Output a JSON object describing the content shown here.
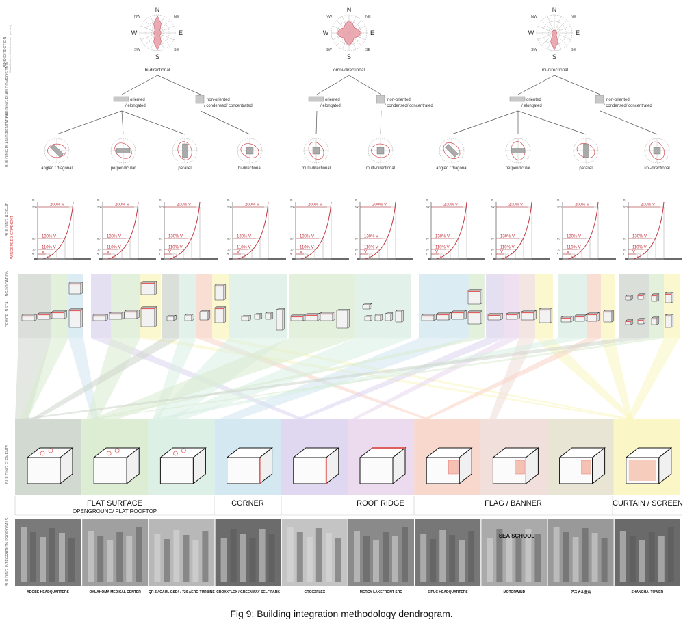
{
  "caption": "Fig 9: Building integration methodology dendrogram.",
  "row_labels": {
    "wind_direction": "WIND DIRECTION",
    "wind_direction_sub": "Classification of wind direction (in rose)",
    "plan_composition": "BUILDING PLAN COMPOSITION",
    "plan_orientation": "BUILDING PLAN ORIENTATION",
    "height": "BUILDING HEIGHT",
    "windspeed_gradient": "WINDSPEED GRADIENT",
    "installing_location": "DEVICE INSTALLING LOCATION",
    "building_elements": "BUILDING ELEMENTS",
    "integration_proposals": "BUILDING INTEGRATION PROPOSALS"
  },
  "compass": {
    "n": "N",
    "ne": "NE",
    "e": "E",
    "se": "SE",
    "s": "S",
    "sw": "SW",
    "w": "W",
    "nw": "NW"
  },
  "roses": [
    {
      "label": "bi-directional",
      "type": "bi"
    },
    {
      "label": "omni-directional",
      "type": "omni"
    },
    {
      "label": "uni-directional",
      "type": "uni"
    }
  ],
  "compositions": {
    "oriented_1": "oriented",
    "oriented_2": "/ elongated",
    "non_oriented_1": "non-oriented",
    "non_oriented_2": "/ condensed/ concentrated"
  },
  "orientations": [
    "angled / diagonal",
    "perpendicular",
    "parallel",
    "bi-directional",
    "multi-directional",
    "multi-directional",
    "angled / diagonal",
    "perpendicular",
    "parallel",
    "uni-directional"
  ],
  "gradient": {
    "unit": "m",
    "ticks": [
      "200",
      "80",
      "10",
      "5"
    ],
    "labels": [
      "200% V",
      "130% V",
      "110% V",
      "V"
    ],
    "v_sub": "h"
  },
  "element_categories": [
    {
      "title": "FLAT SURFACE",
      "subtitle": "OPENGROUND/ FLAT ROOFTOP"
    },
    {
      "title": "CORNER",
      "subtitle": ""
    },
    {
      "title": "ROOF RIDGE",
      "subtitle": ""
    },
    {
      "title": "FLAG / BANNER",
      "subtitle": ""
    },
    {
      "title": "CURTAIN / SCREEN",
      "subtitle": ""
    }
  ],
  "element_colors": [
    "#cdd5cc",
    "#d9ebcf",
    "#d8eee3",
    "#cfe5ef",
    "#dcd4ee",
    "#ead6ec",
    "#f7d3c6",
    "#efdcd8",
    "#e6e2cf",
    "#faf5bf"
  ],
  "proposals": [
    "ADOBE HEADQUARTERS",
    "OKLAHOMA MEDICAL CENTER",
    "QR-5 / GAUL GSE4 / 720 AERO TURBINE",
    "CROXXFLEX / GREENWAY SELF PARK",
    "CROXXFLEX",
    "MERCY LAKEFRONT SRO",
    "SIPUC HEADQUARTERS",
    "MOTORWIND",
    "アスナル金山",
    "SHANGHAI TOWER"
  ],
  "photo_signs": {
    "school": "SEA  SCHOOL"
  }
}
